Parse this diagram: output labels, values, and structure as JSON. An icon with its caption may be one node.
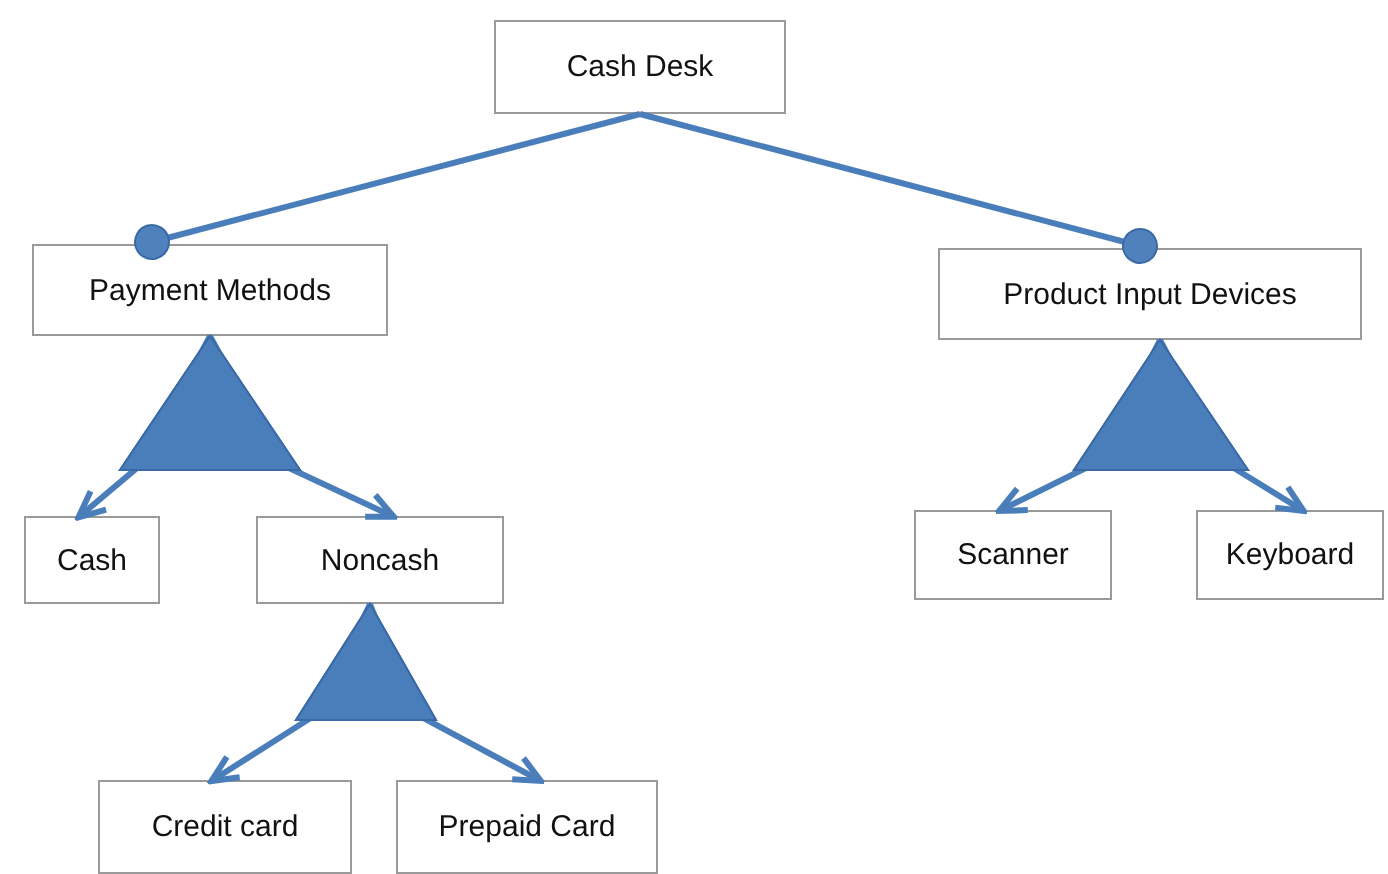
{
  "diagram": {
    "nodes": [
      {
        "text": [
          "Cash Desk"
        ]
      },
      {
        "text": [
          "Payment Methods"
        ]
      },
      {
        "text": [
          "Product Input Devices"
        ]
      },
      {
        "text": [
          "Cash"
        ]
      },
      {
        "text": [
          "Noncash"
        ]
      },
      {
        "text": [
          "Credit card"
        ]
      },
      {
        "text": [
          "Prepaid Card"
        ]
      },
      {
        "text": [
          "Scanner"
        ]
      },
      {
        "text": [
          "Keyboard"
        ]
      }
    ],
    "edges": [
      {
        "from": 0,
        "to": 1,
        "arrow": "other"
      },
      {
        "from": 0,
        "to": 2,
        "arrow": "other"
      },
      {
        "from": 1,
        "to": 3,
        "arrow": "to"
      },
      {
        "from": 1,
        "to": 4,
        "arrow": "to"
      },
      {
        "from": 4,
        "to": 5,
        "arrow": "to"
      },
      {
        "from": 4,
        "to": 6,
        "arrow": "to"
      },
      {
        "from": 2,
        "to": 7,
        "arrow": "to"
      },
      {
        "from": 2,
        "to": 8,
        "arrow": "to"
      }
    ]
  }
}
